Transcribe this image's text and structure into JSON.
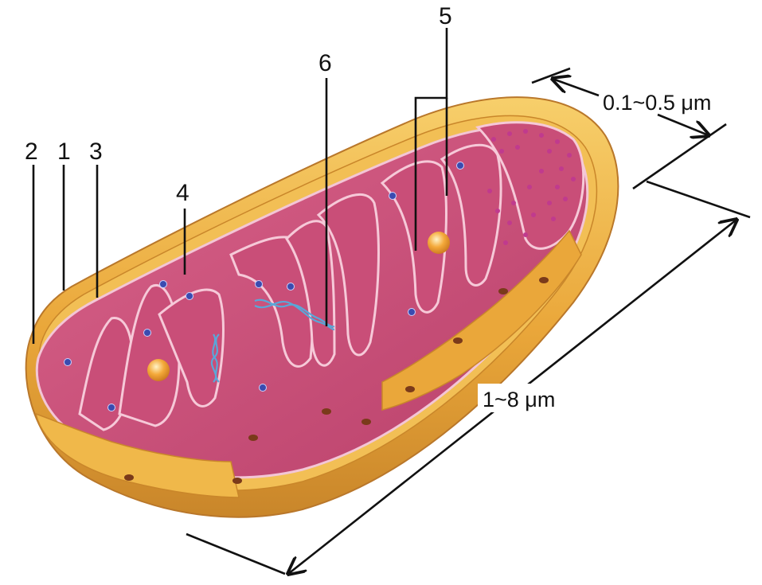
{
  "labels": {
    "n1": "1",
    "n2": "2",
    "n3": "3",
    "n4": "4",
    "n5": "5",
    "n6": "6"
  },
  "dimensions": {
    "width": "0.1~0.5 μm",
    "length": "1~8 μm"
  },
  "colors": {
    "outer_membrane": "#e9a83a",
    "outer_membrane_dark": "#c9862a",
    "matrix": "#d2577f",
    "matrix_dark": "#a83a62",
    "cristae_edge": "#f6c9d8",
    "granule": "#3a4bb0",
    "ribosome": "#c03a8e",
    "dna": "#5aa7d8",
    "orange_granule": "#f2a233"
  }
}
